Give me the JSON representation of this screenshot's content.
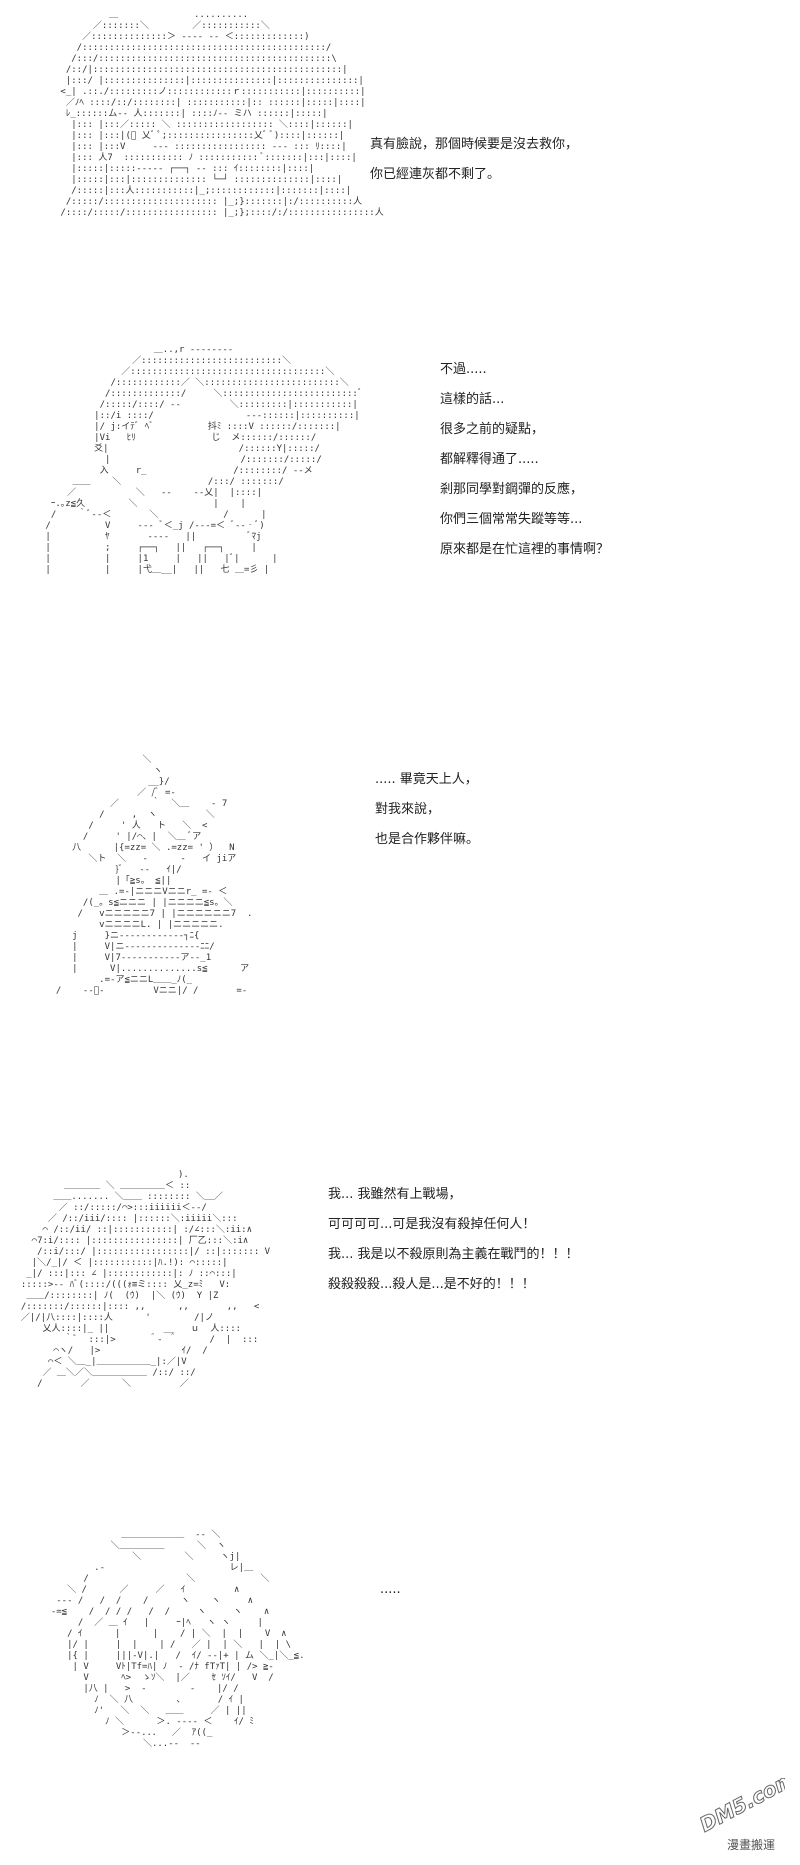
{
  "panels": [
    {
      "lines": [
        "真有臉說，那個時候要是沒去救你，",
        "你已經連灰都不剩了。"
      ]
    },
    {
      "lines": [
        "不過.....",
        "這樣的話...",
        "很多之前的疑點，",
        "都解釋得通了.....",
        "剎那同學對鋼彈的反應，",
        "你們三個常常失蹤等等...",
        "原來都是在忙這裡的事情啊？"
      ]
    },
    {
      "lines": [
        "..... 畢竟天上人，",
        "對我來說，",
        "也是合作夥伴嘛。"
      ]
    },
    {
      "lines": [
        "我... 我雖然有上戰場，",
        "可可可可...可是我沒有殺掉任何人！",
        "我... 我是以不殺原則為主義在戰鬥的！！！",
        "殺殺殺殺...殺人是...是不好的！！！"
      ]
    },
    {
      "lines": [
        "....."
      ]
    }
  ],
  "footer": {
    "logo_text": "DM5.com",
    "credit": "漫畫搬運"
  }
}
